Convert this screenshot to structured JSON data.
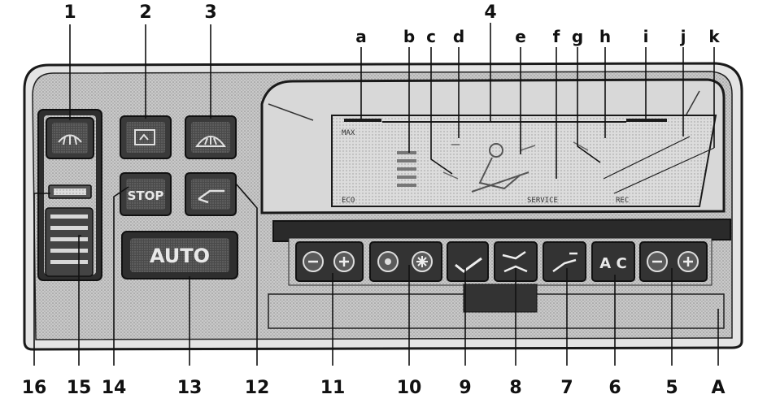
{
  "callouts_top_numbers": [
    "1",
    "2",
    "3",
    "4"
  ],
  "callouts_top_letters": [
    "a",
    "b",
    "c",
    "d",
    "e",
    "f",
    "g",
    "h",
    "i",
    "j",
    "k"
  ],
  "callouts_bottom": [
    "16",
    "15",
    "14",
    "13",
    "12",
    "11",
    "10",
    "9",
    "8",
    "7",
    "6",
    "5",
    "A"
  ],
  "buttons": {
    "stop_label": "STOP",
    "auto_label": "AUTO",
    "ac_label": "A C"
  },
  "display": {
    "left_top": "MAX",
    "left_bottom": "ECO",
    "mid_bottom": "SERVICE",
    "right_bottom": "REC"
  },
  "colors": {
    "panel": "#d2d2d2",
    "button": "#5a5a5a",
    "outline": "#1a1a1a"
  }
}
